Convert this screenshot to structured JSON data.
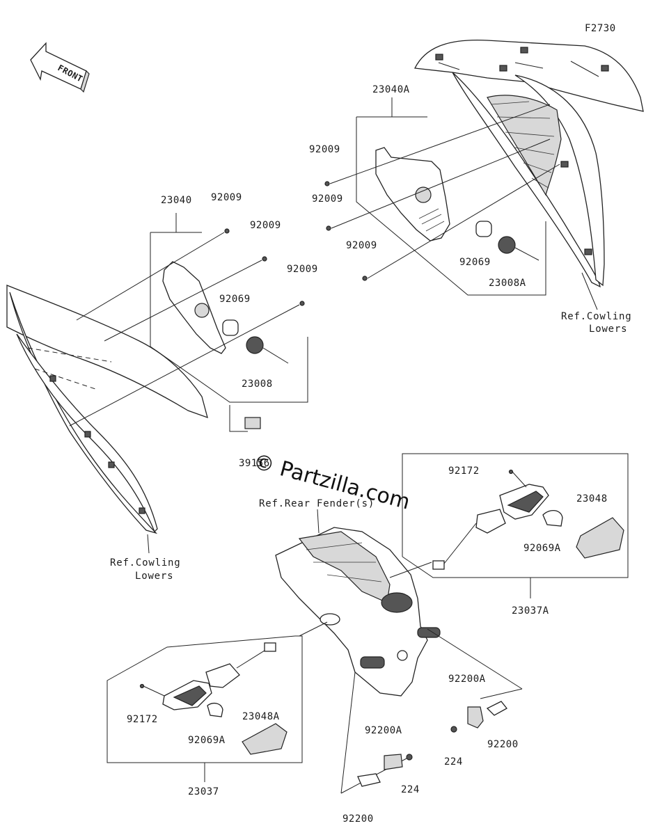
{
  "figure_code": "F2730",
  "front_arrow_label": "FRONT",
  "watermark": "© Partzilla.com",
  "refs": {
    "cowling_lowers_right": [
      "Ref.Cowling",
      "Lowers"
    ],
    "cowling_lowers_left": [
      "Ref.Cowling",
      "Lowers"
    ],
    "rear_fender": "Ref.Rear Fender(s)"
  },
  "parts": {
    "assy_left_signal": "23040",
    "assy_right_signal": "23040A",
    "screw": "92009",
    "bulb": "92069",
    "bulb_a": "92069A",
    "socket": "23008",
    "socket_a": "23008A",
    "pad": "39156",
    "rear_signal_right": "23037A",
    "rear_signal_left": "23037",
    "screw_rear": "92172",
    "lens": "23048",
    "lens_a": "23048A",
    "bracket_a": "92200A",
    "plate": "92200",
    "nut": "224"
  }
}
